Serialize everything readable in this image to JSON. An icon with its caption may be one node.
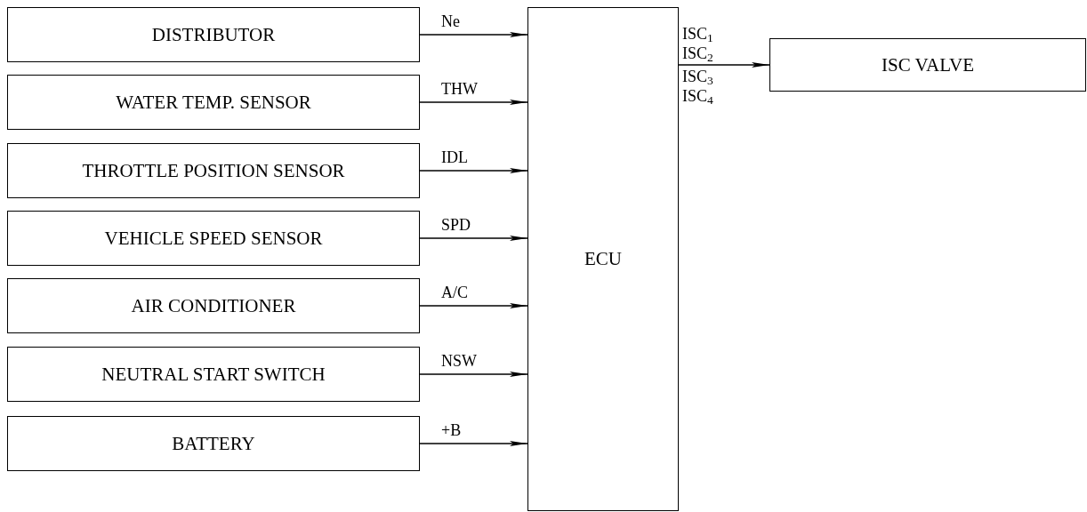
{
  "diagram": {
    "nodes": [
      {
        "text": [
          "DISTRIBUTOR"
        ]
      },
      {
        "text": [
          "WATER TEMP. SENSOR"
        ]
      },
      {
        "text": [
          "THROTTLE POSITION SENSOR"
        ]
      },
      {
        "text": [
          "VEHICLE SPEED SENSOR"
        ]
      },
      {
        "text": [
          "AIR CONDITIONER"
        ]
      },
      {
        "text": [
          "NEUTRAL START SWITCH"
        ]
      },
      {
        "text": [
          "BATTERY"
        ]
      },
      {
        "text": [
          "ECU"
        ]
      },
      {
        "text": [
          "ISC VALVE"
        ]
      }
    ],
    "edges": [
      {
        "from": 0,
        "to": 7,
        "arrow": "to",
        "label": "Ne"
      },
      {
        "from": 1,
        "to": 7,
        "arrow": "to",
        "label": "THW"
      },
      {
        "from": 2,
        "to": 7,
        "arrow": "to",
        "label": "IDL"
      },
      {
        "from": 3,
        "to": 7,
        "arrow": "to",
        "label": "SPD"
      },
      {
        "from": 4,
        "to": 7,
        "arrow": "to",
        "label": "A/C"
      },
      {
        "from": 5,
        "to": 7,
        "arrow": "to",
        "label": "NSW"
      },
      {
        "from": 6,
        "to": 7,
        "arrow": "to",
        "label": "+B"
      },
      {
        "from": 7,
        "to": 8,
        "arrow": "to",
        "label": "ISC$_{1}$ ISC$_{2}$"
      }
    ],
    "labels": [
      "ISC$_{3}$ ISC$_{4}$"
    ]
  }
}
